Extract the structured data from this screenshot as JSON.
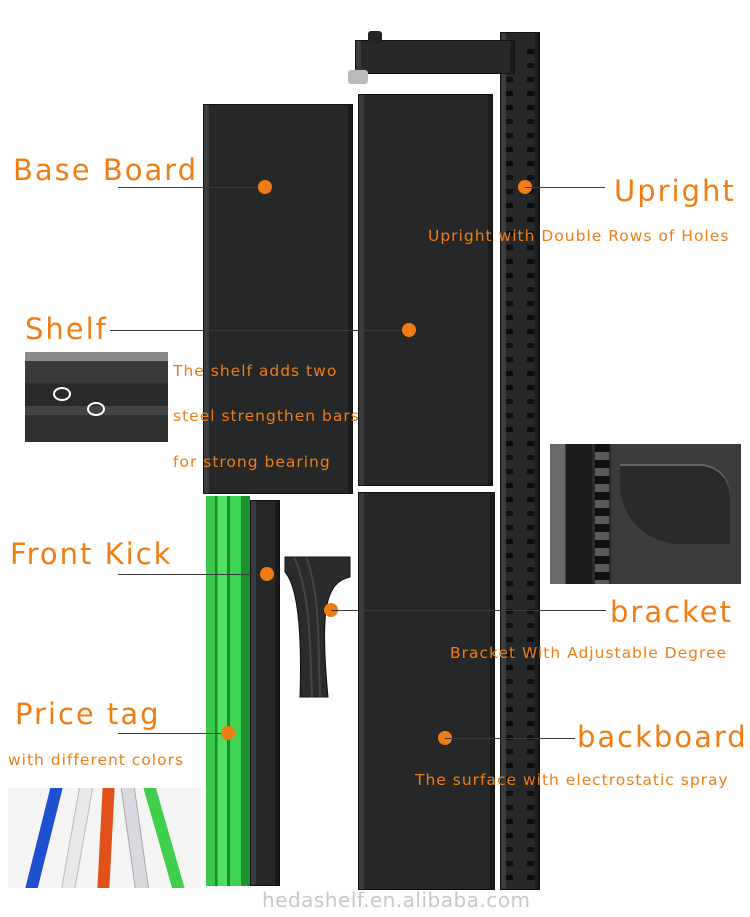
{
  "labels": {
    "base_board": "Base Board",
    "upright": "Upright",
    "upright_sub": "Upright with Double Rows of Holes",
    "shelf": "Shelf",
    "shelf_sub_1": "The shelf adds two",
    "shelf_sub_2": "steel strengthen bars",
    "shelf_sub_3": "for strong bearing",
    "front_kick": "Front Kick",
    "bracket": "bracket",
    "bracket_sub": "Bracket With Adjustable Degree",
    "price_tag": "Price tag",
    "price_tag_sub": "with different colors",
    "backboard": "backboard",
    "backboard_sub": "The surface with electrostatic spray"
  },
  "watermark": "hedashelf.en.alibaba.com",
  "colors": {
    "accent": "#f07d14",
    "panel": "#262728",
    "price_tag_colors": [
      "#1f4fd1",
      "#f2f2f2",
      "#e0521a",
      "#d9d9e0",
      "#3fcf4a"
    ]
  }
}
